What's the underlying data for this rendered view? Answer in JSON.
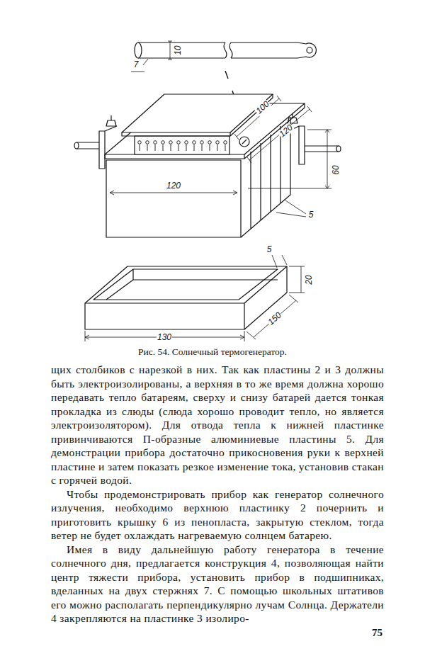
{
  "diagram": {
    "caption": "Рис. 54. Солнечный термогенератор.",
    "labels": [
      "10",
      "7",
      "100",
      "120",
      "60",
      "120",
      "5",
      "5",
      "20",
      "150",
      "130",
      "щих столбиков с нарезкой в них. Так как пластины 2 и 3 должны быть электроизолированы, а верхняя в то же время должна хорошо передавать тепло батареям, сверху и снизу батарей дается тонкая прокладка из слюды (слюда хорошо проводит тепло, но является электроизолятором). Для отвода тепла к нижней пластинке привинчиваются П-образные алюминиевые пластины 5. Для демонстрации прибора достаточно прикосновения руки к верхней пластине и затем показать резкое изменение тока, установив стакан с горячей водой.",
      "Чтобы продемонстрировать прибор как генератор солнечного излучения, необходимо верхнюю пластинку 2 почернить и приготовить крышку 6 из пенопласта, закрытую стеклом, тогда ветер не будет охлаждать нагреваемую солнцем батарею.",
      "Имея в виду дальнейшую работу генератора в течение солнечного дня, предлагается конструкция 4, позволяющая найти центр тяжести прибора, установить прибор в подшипниках, вделанных на двух стержнях 7. С помощью школьных штативов его можно располагать перпендикулярно лучам Солнца. Держатели 4 закрепляются на пластинке 3 изолиро-",
      "75"
    ]
  }
}
